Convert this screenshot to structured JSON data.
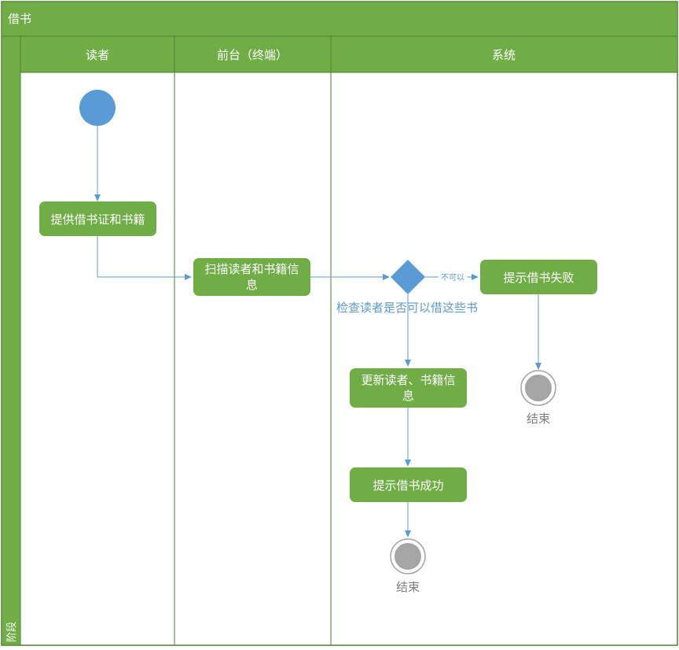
{
  "diagram": {
    "title": "借书",
    "stage_label": "阶段",
    "lanes": [
      {
        "id": "reader",
        "label": "读者"
      },
      {
        "id": "front",
        "label": "前台（终端）"
      },
      {
        "id": "system",
        "label": "系统"
      }
    ],
    "nodes": {
      "provide_card": "提供借书证和书籍",
      "scan_line1": "扫描读者和书籍信",
      "scan_line2": "息",
      "check_label": "检查读者是否可以借这些书",
      "fail": "提示借书失败",
      "update_line1": "更新读者、书籍信",
      "update_line2": "息",
      "success": "提示借书成功",
      "end_label_1": "结束",
      "end_label_2": "结束"
    },
    "edges": {
      "cannot_label": "不可以"
    },
    "colors": {
      "green": "#70ad47",
      "green_dark": "#507e32",
      "blue": "#5b9bd5",
      "gray": "#a5a5a5",
      "label_gray": "#7f7f7f"
    }
  }
}
